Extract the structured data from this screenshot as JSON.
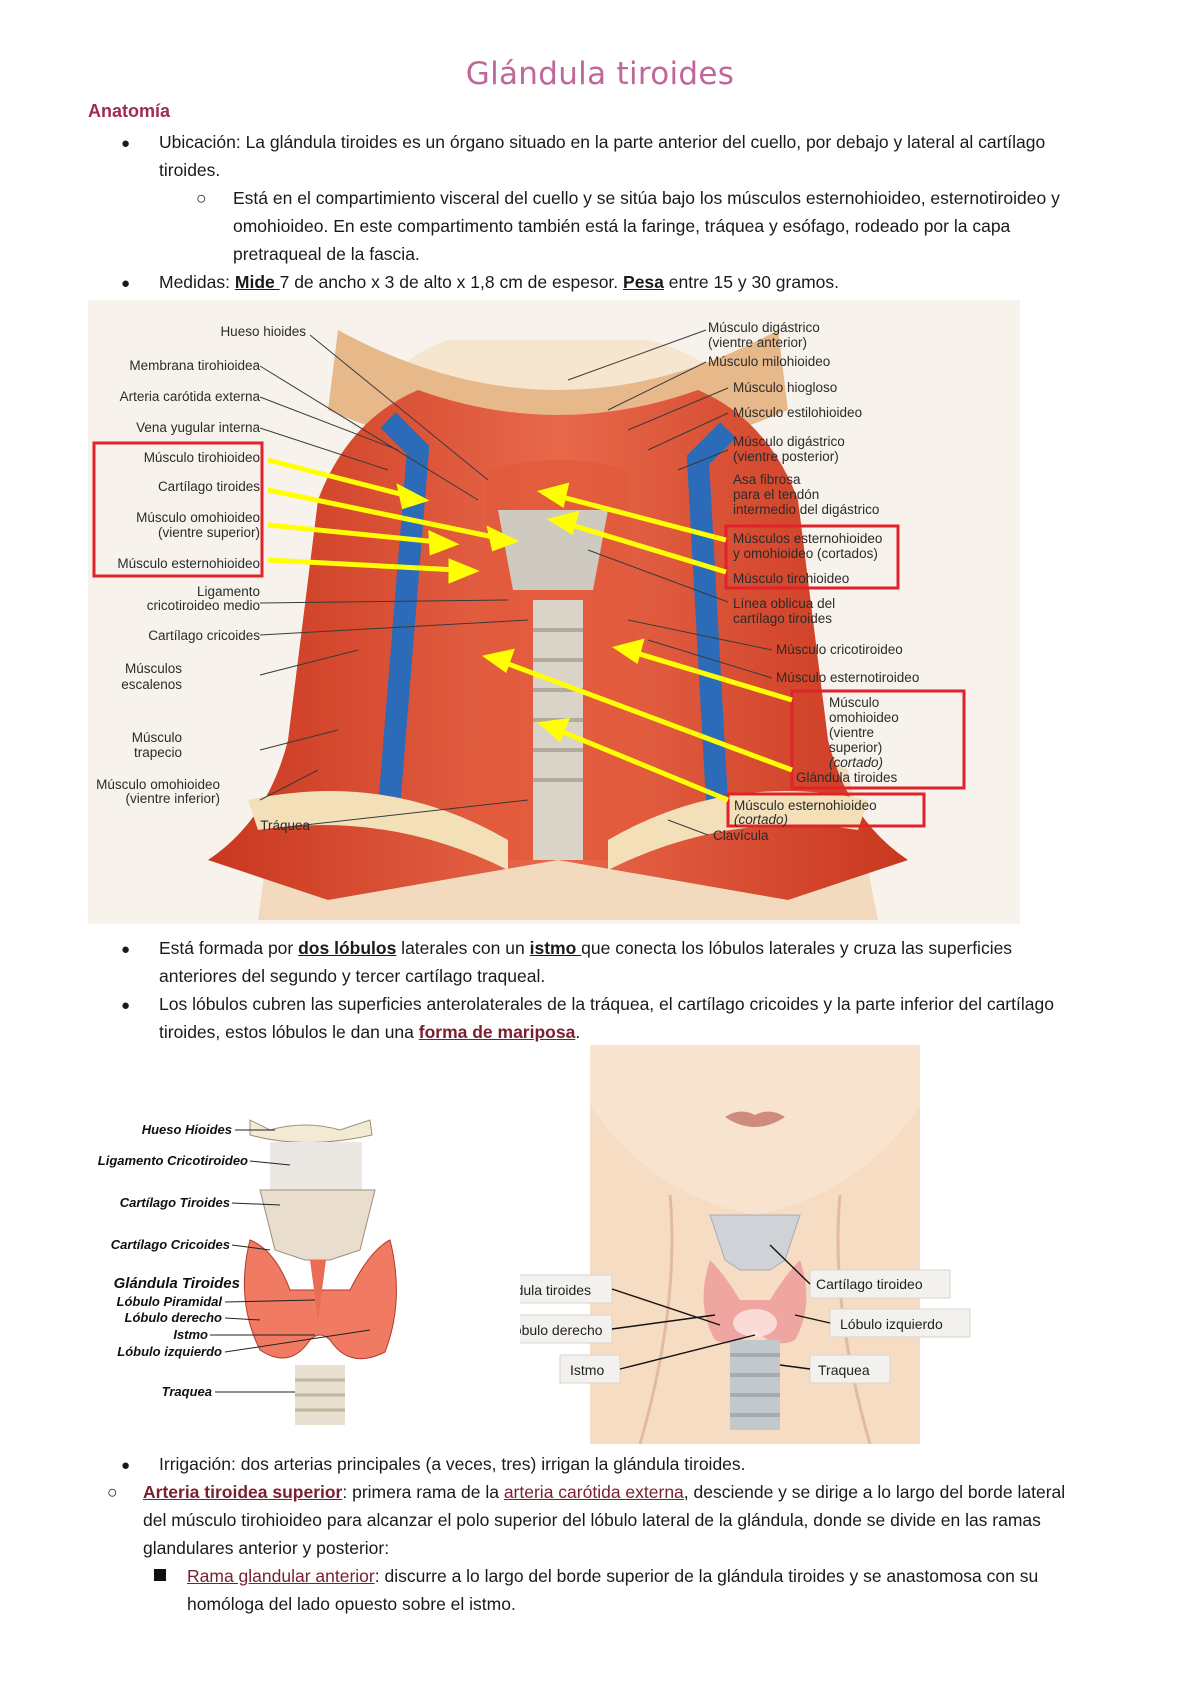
{
  "title": "Glándula tiroides",
  "heading": "Anatomía",
  "p1": {
    "label": "Ubicación: La glándula tiroides es un órgano situado en la parte anterior del cuello, por debajo y lateral al cartílago",
    "cont": "tiroides."
  },
  "p1sub": [
    "Está en el compartimiento visceral del cuello y se sitúa bajo los músculos esternohioideo, esternotiroideo y",
    "omohioideo. En este compartimento también está la faringe, tráquea y esófago, rodeado por la capa",
    "pretraqueal de la fascia."
  ],
  "p2": {
    "pre": "Medidas: ",
    "mide": "Mide ",
    "mid": "7 de ancho x 3 de alto x 1,8 cm de espesor. ",
    "pesa": "Pesa",
    "post": " entre 15 y 30 gramos."
  },
  "fig1": {
    "left_labels": [
      "Hueso hioides",
      "Membrana tirohioidea",
      "Arteria carótida externa",
      "Vena yugular interna",
      "Músculo tirohioideo",
      "Cartílago tiroides",
      "Músculo omohioideo",
      "(vientre superior)",
      "Músculo esternohioideo",
      "Ligamento",
      "cricotiroideo medio",
      "Cartílago cricoides",
      "Músculos",
      "escalenos",
      "Músculo",
      "trapecio",
      "Músculo omohioideo",
      "(vientre inferior)",
      "Tráquea"
    ],
    "right_labels": [
      "Músculo digástrico",
      "(vientre anterior)",
      "Músculo milohioideo",
      "Músculo hiogloso",
      "Músculo estilohioideo",
      "Músculo digástrico",
      "(vientre posterior)",
      "Asa fibrosa",
      "para el tendón",
      "intermedio del digástrico",
      "Músculos esternohioideo",
      "y omohioideo (cortados)",
      "Músculo tirohioideo",
      "Línea oblicua del",
      "cartílago tiroides",
      "Músculo cricotiroideo",
      "Músculo esternotiroideo",
      "Músculo",
      "omohioideo",
      "(vientre",
      "superior)",
      "(cortado)",
      "Glándula tiroides",
      "Músculo esternohioideo",
      "(cortado)",
      "Clavícula"
    ]
  },
  "p3": {
    "a": "Está formada por ",
    "b": "dos lóbulos",
    "c": " laterales con un ",
    "d": "istmo ",
    "e": "que conecta los lóbulos laterales y cruza las superficies",
    "cont": "anteriores del segundo y tercer cartílago traqueal."
  },
  "p4": {
    "line1": "Los lóbulos cubren las superficies anterolaterales de la tráquea, el cartílago cricoides y la parte inferior del cartílago",
    "pre": "tiroides, estos lóbulos le dan una ",
    "link": " forma de mariposa",
    "post": "."
  },
  "fig2": {
    "labels": [
      "Hueso Hioides",
      "Ligamento Cricotiroideo",
      "Cartílago Tiroides",
      "Cartílago Cricoides",
      "Glándula Tiroides",
      "Lóbulo Piramidal",
      "Lóbulo derecho",
      "Istmo",
      "Lóbulo izquierdo",
      "Traquea"
    ]
  },
  "fig3": {
    "labels": [
      "Glándula tiroides",
      "Lóbulo derecho",
      "Istmo",
      "Cartílago tiroideo",
      "Lóbulo izquierdo",
      "Traquea"
    ]
  },
  "p5": "Irrigación: dos arterias principales (a veces, tres)  irrigan la glándula tiroides.",
  "p6": {
    "link1": "Arteria tiroidea superior",
    "a": ": primera rama de la ",
    "link2": "arteria carótida externa",
    "b": ", desciende y se dirige a lo largo del borde lateral",
    "line2": "del músculo tirohioideo para alcanzar el polo superior del lóbulo lateral de la glándula, donde se divide en las ramas",
    "line3": "glandulares anterior y posterior:"
  },
  "p7": {
    "link": "Rama glandular anterior",
    "a": ": discurre a lo largo del borde superior de la glándula tiroides y se anastomosa con su",
    "line2": "homóloga del lado opuesto sobre el istmo."
  }
}
